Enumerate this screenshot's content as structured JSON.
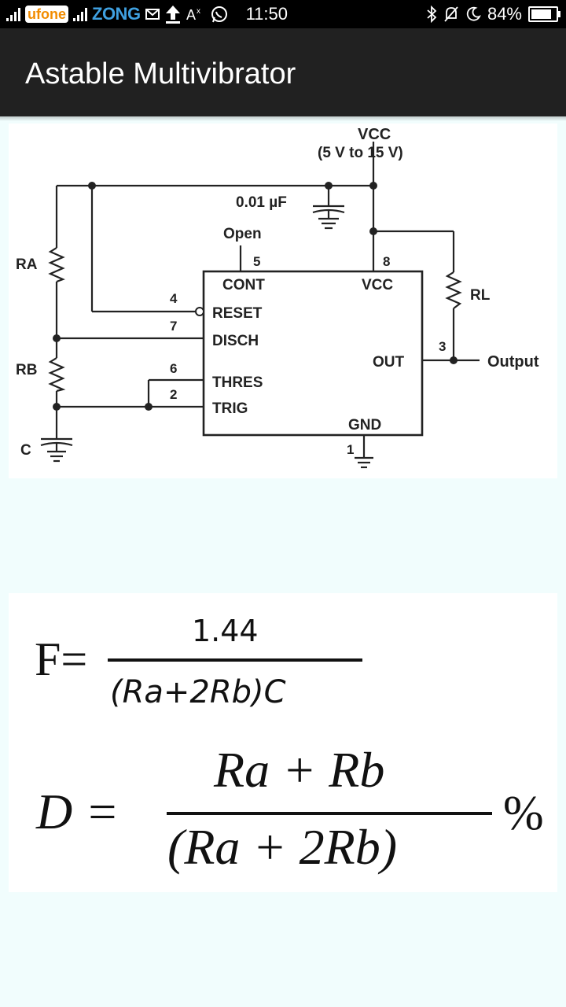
{
  "status_bar": {
    "carrier1": "ufone",
    "carrier2": "ZONG",
    "time": "11:50",
    "battery": "84%",
    "battery_level": 0.84,
    "icons": [
      "signal-icon",
      "mail-icon",
      "upload-icon",
      "translate-icon",
      "whatsapp-icon",
      "bluetooth-icon",
      "mute-icon",
      "moon-icon",
      "battery-icon"
    ]
  },
  "app_bar": {
    "title": "Astable Multivibrator"
  },
  "circuit": {
    "vcc_top": "VCC",
    "supply_range": "(5 V to 15 V)",
    "cap_value": "0.01 µF",
    "open": "Open",
    "ra": "RA",
    "rb": "RB",
    "c": "C",
    "rl": "RL",
    "output": "Output",
    "pins": {
      "cont": "CONT",
      "reset": "RESET",
      "disch": "DISCH",
      "thres": "THRES",
      "trig": "TRIG",
      "vcc": "VCC",
      "out": "OUT",
      "gnd": "GND"
    },
    "pin_numbers": {
      "cont": "5",
      "reset": "4",
      "disch": "7",
      "thres": "6",
      "trig": "2",
      "vcc": "8",
      "out": "3",
      "gnd": "1"
    }
  },
  "formulas": {
    "f_lhs": "F=",
    "f_num": "1.44",
    "f_den": "(Ra+2Rb)C",
    "d_lhs": "D =",
    "d_num": "Ra + Rb",
    "d_den": "(Ra + 2Rb)",
    "d_suffix": "%"
  }
}
